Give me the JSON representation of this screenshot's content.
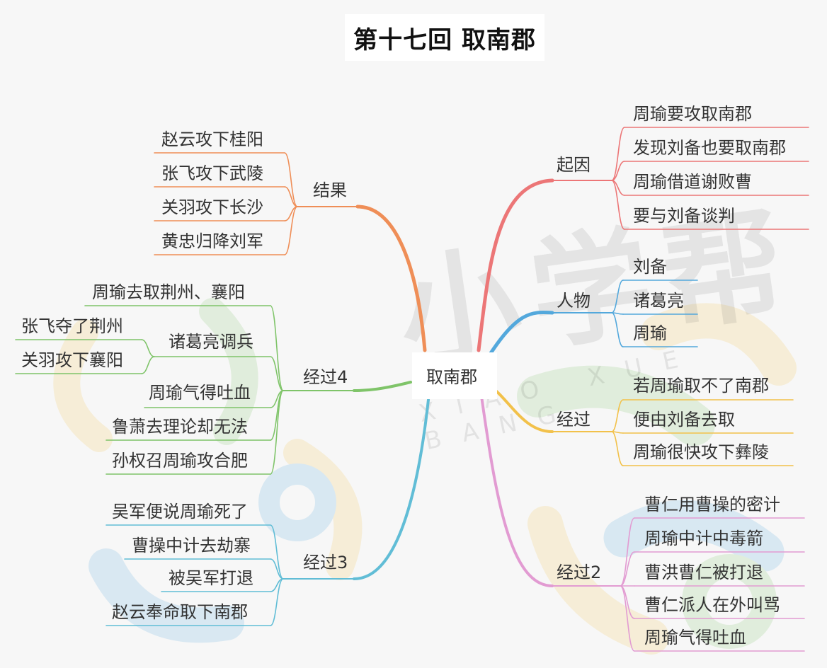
{
  "title": "第十七回 取南郡",
  "watermark": {
    "text": "小学帮",
    "subtext": "XIAO XUE BANG"
  },
  "center": "取南郡",
  "colors": {
    "qiyin": "#ec7677",
    "renwu": "#53a8dc",
    "jingguo": "#f2c14a",
    "jingguo2": "#e29bd2",
    "jingguo3": "#61bdd6",
    "jingguo4": "#7fc469",
    "jieguo": "#ef8e57"
  },
  "branches": {
    "qiyin": {
      "label": "起因",
      "items": [
        "周瑜要攻取南郡",
        "发现刘备也要取南郡",
        "周瑜借道谢败曹",
        "要与刘备谈判"
      ]
    },
    "renwu": {
      "label": "人物",
      "items": [
        "刘备",
        "诸葛亮",
        "周瑜"
      ]
    },
    "jingguo": {
      "label": "经过",
      "items": [
        "若周瑜取不了南郡",
        "便由刘备去取",
        "周瑜很快攻下彝陵"
      ]
    },
    "jingguo2": {
      "label": "经过2",
      "items": [
        "曹仁用曹操的密计",
        "周瑜中计中毒箭",
        "曹洪曹仁被打退",
        "曹仁派人在外叫骂",
        "周瑜气得吐血"
      ]
    },
    "jieguo": {
      "label": "结果",
      "items": [
        "赵云攻下桂阳",
        "张飞攻下武陵",
        "关羽攻下长沙",
        "黄忠归降刘军"
      ]
    },
    "jingguo4": {
      "label": "经过4",
      "items": [
        "周瑜去取荆州、襄阳",
        "诸葛亮调兵",
        "周瑜气得吐血",
        "鲁萧去理论却无法",
        "孙权召周瑜攻合肥"
      ],
      "sub": [
        "张飞夺了荆州",
        "关羽攻下襄阳"
      ]
    },
    "jingguo3": {
      "label": "经过3",
      "items": [
        "吴军便说周瑜死了",
        "曹操中计去劫寨",
        "被吴军打退",
        "赵云奉命取下南郡"
      ]
    }
  }
}
